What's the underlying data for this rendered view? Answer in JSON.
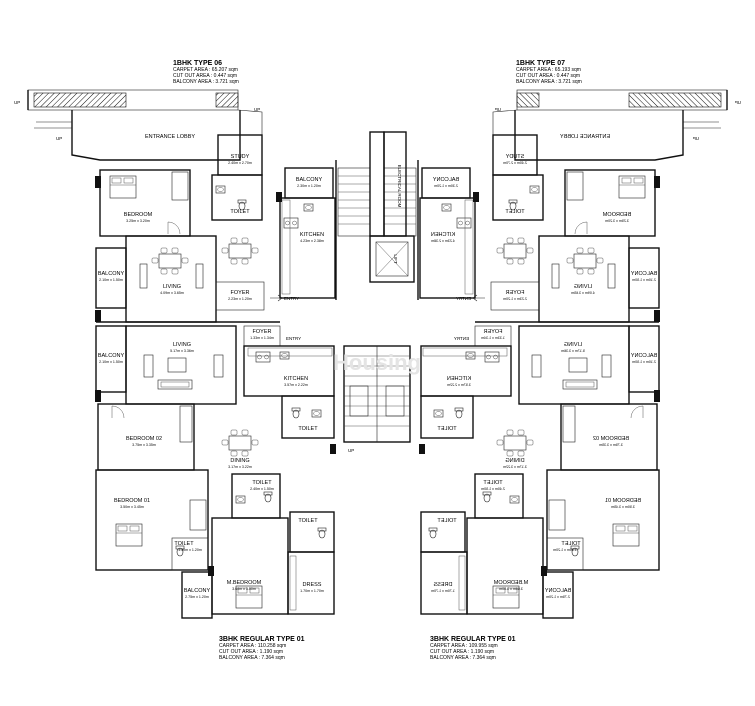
{
  "units": {
    "top_left": {
      "title": "1BHK TYPE 06",
      "lines": [
        "CARPET AREA : 65.207 sqm",
        "CUT OUT AREA : 0.447 sqm",
        "BALCONY AREA : 3.721 sqm"
      ]
    },
    "top_right": {
      "title": "1BHK TYPE 07",
      "lines": [
        "CARPET AREA : 65.193 sqm",
        "CUT OUT AREA : 0.447 sqm",
        "BALCONY AREA : 3.721 sqm"
      ]
    },
    "bottom_left": {
      "title": "3BHK REGULAR TYPE 01",
      "lines": [
        "CARPET AREA : 110.258 sqm",
        "CUT OUT AREA : 1.190 sqm",
        "BALCONY AREA : 7.364 sqm"
      ]
    },
    "bottom_right": {
      "title": "3BHK REGULAR TYPE 01",
      "lines": [
        "CARPET AREA : 109.955 sqm",
        "CUT OUT AREA : 1.190 sqm",
        "BALCONY AREA : 7.364 sqm"
      ]
    }
  },
  "labels": {
    "entrance_lobby": "ENTRANCE LOBBY",
    "electrical_room": "ELECTRICAL ROOM",
    "lift": "LIFT",
    "up": "UP",
    "entry": "ENTRY",
    "study": "STUDY",
    "bedroom": "BEDROOM",
    "balcony": "BALCONY",
    "toilet": "TOILET",
    "kitchen": "KITCHEN",
    "living": "LIVING",
    "foyer": "FOYER",
    "dining": "DINING",
    "bedroom_02": "BEDROOM 02",
    "bedroom_01": "BEDROOM 01",
    "m_bedroom": "M.BEDROOM",
    "dress": "DRESS"
  },
  "dims": {
    "study": "2.40m x 2.70m",
    "bedroom": "3.25m x 3.20m",
    "balcony_top": "2.30m x 1.20m",
    "kitchen_top_l": "4.23m x 2.38m",
    "kitchen_top_r": "4.73m x 2.38m",
    "living_top": "4.09m x 3.65m",
    "foyer_top": "2.23m x 1.20m",
    "balcony_side": "2.10m x 1.50m",
    "foyer_mid": "1.33m x 1.34m",
    "living_mid": "5.17m x 3.36m",
    "kitchen_mid": "3.57m x 2.22m",
    "dining": "3.17m x 3.22m",
    "bedroom_02": "3.75m x 3.35m",
    "bedroom_01": "3.50m x 3.45m",
    "toilet": "2.40m x 1.50m",
    "toilet_small": "1.50m x 1.20m",
    "m_bedroom": "3.60m x 3.50m",
    "dress": "1.70m x 1.70m",
    "balcony_bottom": "2.75m x 1.20m"
  },
  "watermark": "Housing"
}
